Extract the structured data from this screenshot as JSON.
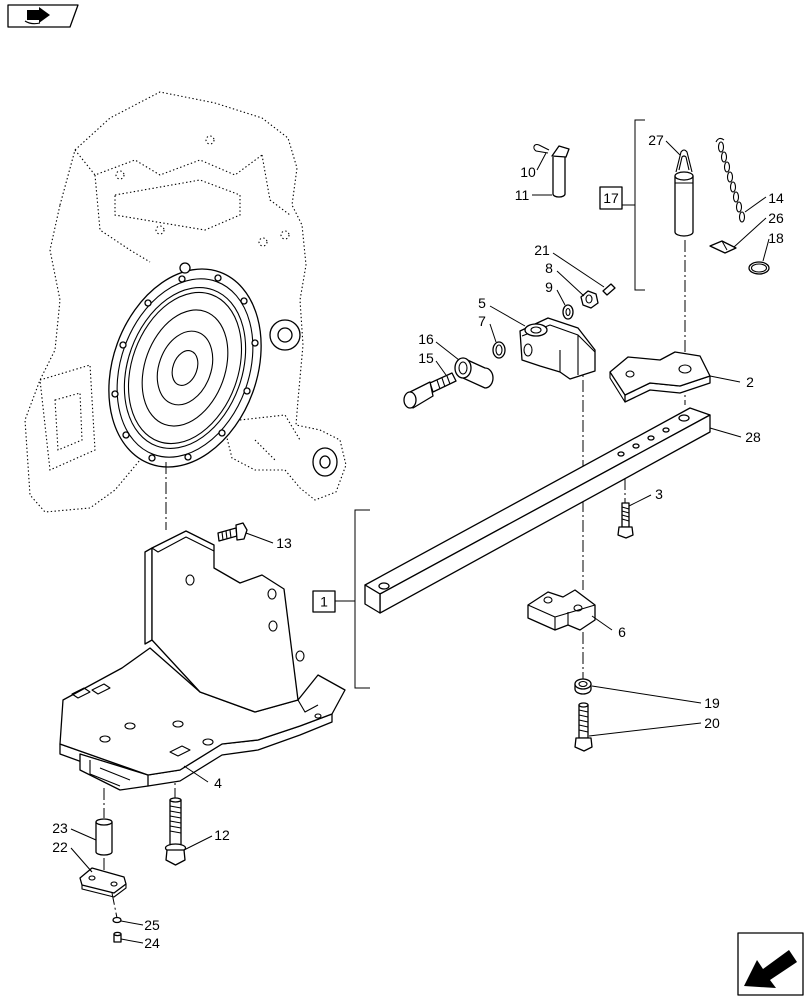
{
  "diagram": {
    "callouts": [
      "10",
      "11",
      "27",
      "14",
      "26",
      "18",
      "21",
      "8",
      "9",
      "5",
      "7",
      "16",
      "15",
      "2",
      "28",
      "3",
      "13",
      "6",
      "19",
      "20",
      "4",
      "23",
      "22",
      "12",
      "25",
      "24"
    ],
    "group_refs": [
      "17",
      "1"
    ]
  },
  "icons": {
    "top_left": "book-arrow-icon",
    "bottom_right": "next-page-arrow-icon"
  },
  "colors": {
    "line": "#000000",
    "background": "#ffffff"
  }
}
